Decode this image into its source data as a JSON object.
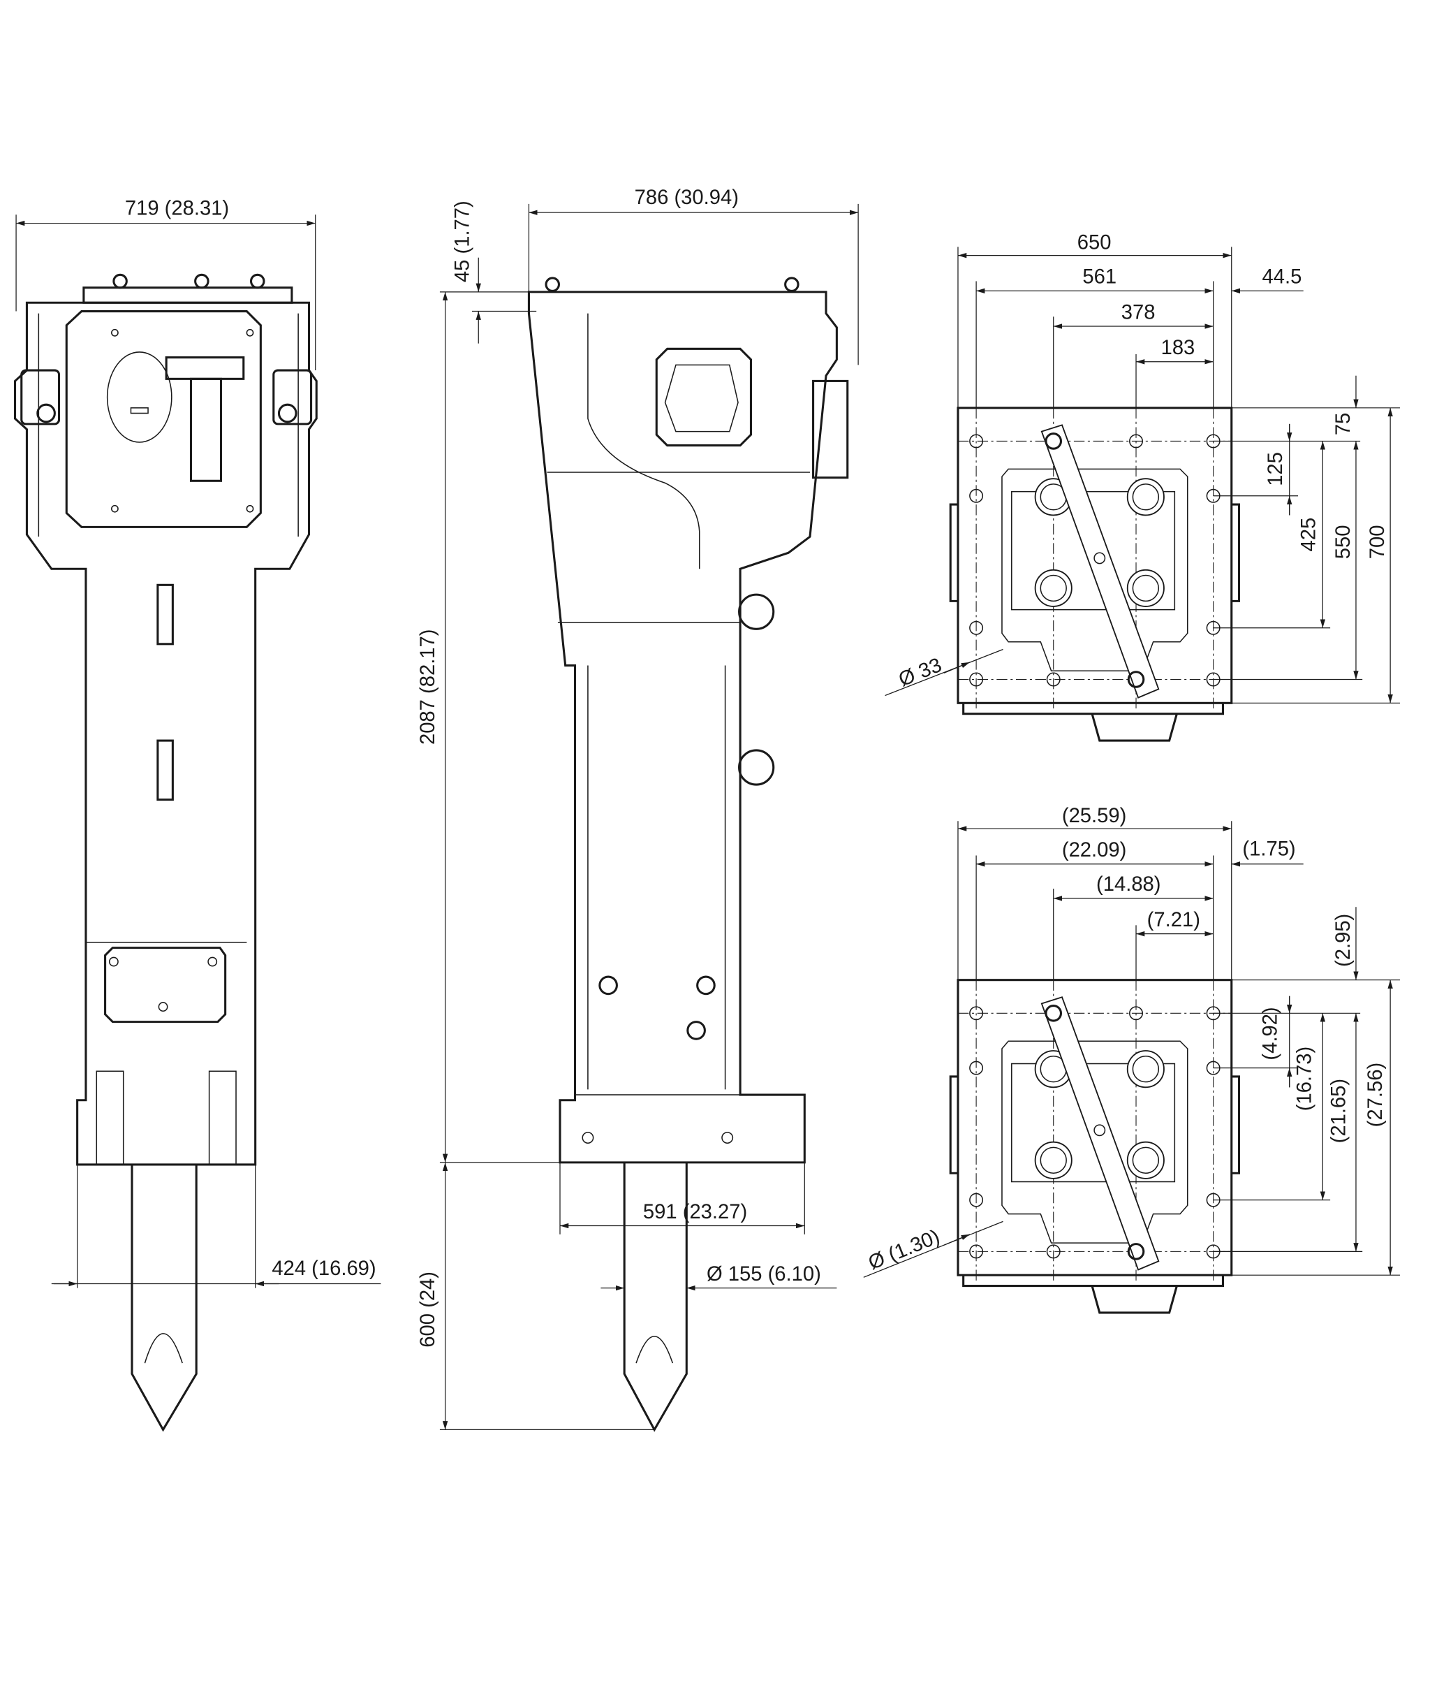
{
  "front_view": {
    "width": "719 (28.31)",
    "tool_width": "424 (16.69)"
  },
  "side_view": {
    "depth": "786 (30.94)",
    "top_offset": "45 (1.77)",
    "height": "2087 (82.17)",
    "tool_length": "600 (24)",
    "base_width": "591 (23.27)",
    "tool_diameter": "Ø 155 (6.10)"
  },
  "top_view_mm": {
    "width": "650",
    "hole_span": "561",
    "offset_right": "44.5",
    "span_378": "378",
    "span_183": "183",
    "v_75": "75",
    "v_125": "125",
    "v_425": "425",
    "v_550": "550",
    "v_700": "700",
    "hole_diameter": "Ø 33"
  },
  "top_view_in": {
    "width": "(25.59)",
    "hole_span": "(22.09)",
    "offset_right": "(1.75)",
    "span_378": "(14.88)",
    "span_183": "(7.21)",
    "v_75": "(2.95)",
    "v_125": "(4.92)",
    "v_425": "(16.73)",
    "v_550": "(21.65)",
    "v_700": "(27.56)",
    "hole_diameter": "Ø (1.30)"
  }
}
